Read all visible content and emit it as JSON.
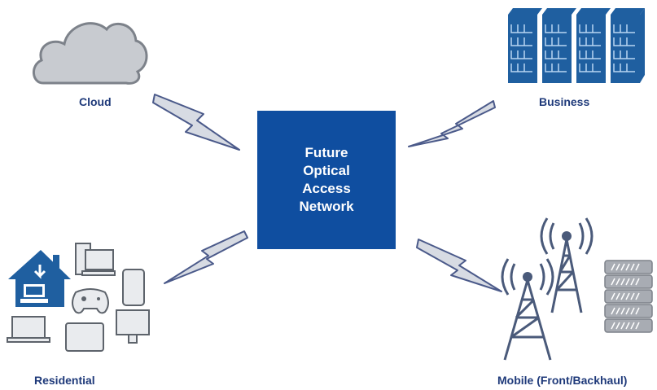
{
  "center": {
    "lines": [
      "Future",
      "Optical",
      "Access",
      "Network"
    ]
  },
  "nodes": {
    "cloud": "Cloud",
    "business": "Business",
    "residential": "Residential",
    "mobile": "Mobile (Front/Backhaul)"
  },
  "colors": {
    "center_fill": "#0f4ea0",
    "label_text": "#1f3a7a",
    "icon_blue": "#1f5fa0",
    "icon_gray": "#8f949a",
    "cloud_fill": "#c8cbd0"
  },
  "icons": [
    "cloud-icon",
    "office-buildings-icon",
    "house-devices-icon",
    "cell-towers-icon",
    "server-rack-icon",
    "lightning-link-icon"
  ]
}
